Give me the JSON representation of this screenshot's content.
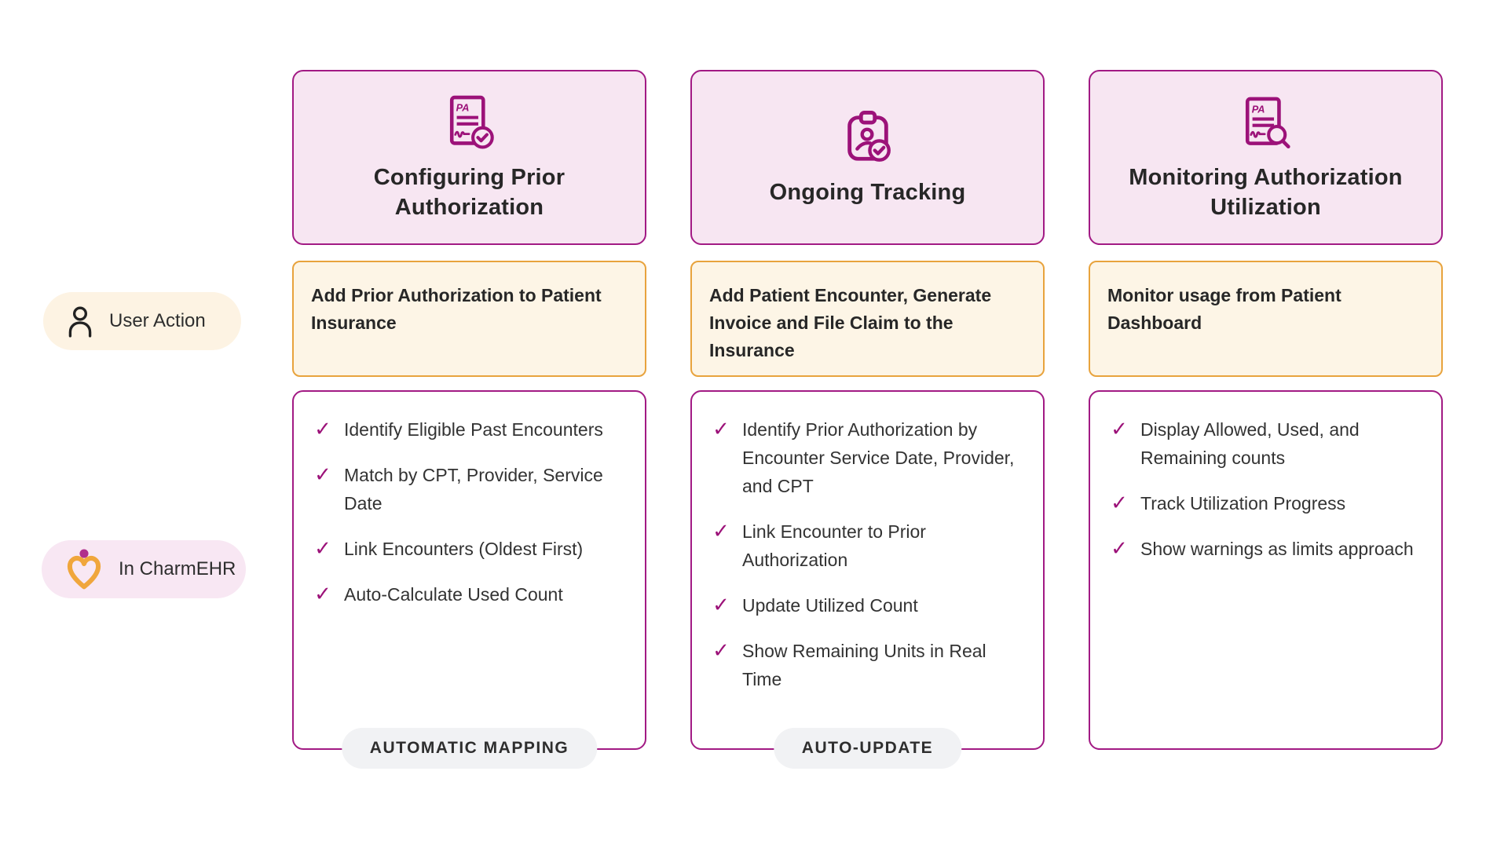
{
  "colors": {
    "brand_magenta": "#9C1279",
    "card_border_magenta": "#A21A84",
    "header_card_bg": "#F7E6F2",
    "action_card_bg": "#FDF5E6",
    "action_card_border": "#E8A33D",
    "badge_bg": "#F1F2F4",
    "user_pill_bg": "#FDF3E3",
    "charm_pill_bg": "#F8E7F3",
    "charm_heart_orange": "#F0A63C",
    "charm_dot_magenta": "#B02E8C",
    "text_dark": "#272727"
  },
  "icons": {
    "check": "✓"
  },
  "row_labels": [
    {
      "label": "User Action",
      "icon": "person-icon"
    },
    {
      "label": "In CharmEHR",
      "icon": "charm-heart-icon"
    }
  ],
  "columns": [
    {
      "title": "Configuring Prior Authorization",
      "icon": "pa-document-check-icon",
      "user_action": "Add Prior Authorization to Patient Insurance",
      "steps": [
        "Identify Eligible Past Encounters",
        "Match by CPT, Provider, Service Date",
        "Link Encounters (Oldest First)",
        "Auto-Calculate Used Count"
      ],
      "badge": "AUTOMATIC MAPPING"
    },
    {
      "title": "Ongoing Tracking",
      "icon": "clipboard-person-check-icon",
      "user_action": "Add Patient Encounter, Generate Invoice and File Claim to the Insurance",
      "steps": [
        "Identify Prior Authorization by Encounter Service Date, Provider, and CPT",
        "Link Encounter to Prior Authorization",
        "Update Utilized Count",
        "Show Remaining Units in Real Time"
      ],
      "badge": "AUTO-UPDATE"
    },
    {
      "title": "Monitoring Authorization Utilization",
      "icon": "pa-document-search-icon",
      "user_action": "Monitor usage from Patient Dashboard",
      "steps": [
        "Display Allowed, Used, and Remaining counts",
        "Track Utilization Progress",
        "Show warnings as limits approach"
      ]
    }
  ]
}
